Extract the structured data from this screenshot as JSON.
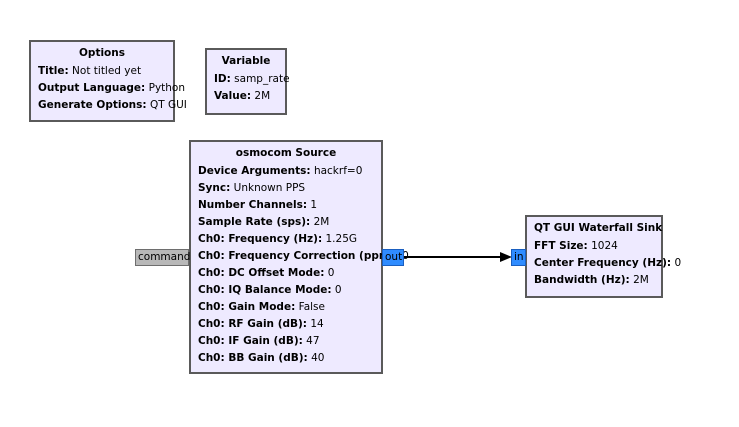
{
  "blocks": {
    "options": {
      "title": "Options",
      "params": [
        {
          "key": "Title:",
          "value": "Not titled yet"
        },
        {
          "key": "Output Language:",
          "value": "Python"
        },
        {
          "key": "Generate Options:",
          "value": "QT GUI"
        }
      ]
    },
    "variable": {
      "title": "Variable",
      "params": [
        {
          "key": "ID:",
          "value": "samp_rate"
        },
        {
          "key": "Value:",
          "value": "2M"
        }
      ]
    },
    "osmocom": {
      "title": "osmocom Source",
      "params": [
        {
          "key": "Device Arguments:",
          "value": "hackrf=0"
        },
        {
          "key": "Sync:",
          "value": "Unknown PPS"
        },
        {
          "key": "Number Channels:",
          "value": "1"
        },
        {
          "key": "Sample Rate (sps):",
          "value": "2M"
        },
        {
          "key": "Ch0: Frequency (Hz):",
          "value": "1.25G"
        },
        {
          "key": "Ch0: Frequency Correction (ppm):",
          "value": "0"
        },
        {
          "key": "Ch0: DC Offset Mode:",
          "value": "0"
        },
        {
          "key": "Ch0: IQ Balance Mode:",
          "value": "0"
        },
        {
          "key": "Ch0: Gain Mode:",
          "value": "False"
        },
        {
          "key": "Ch0: RF Gain (dB):",
          "value": "14"
        },
        {
          "key": "Ch0: IF Gain (dB):",
          "value": "47"
        },
        {
          "key": "Ch0: BB Gain (dB):",
          "value": "40"
        }
      ],
      "ports": {
        "command": "command",
        "out": "out"
      }
    },
    "waterfall": {
      "title": "QT GUI Waterfall Sink",
      "params": [
        {
          "key": "FFT Size:",
          "value": "1024"
        },
        {
          "key": "Center Frequency (Hz):",
          "value": "0"
        },
        {
          "key": "Bandwidth (Hz):",
          "value": "2M"
        }
      ],
      "ports": {
        "in": "in"
      }
    }
  },
  "colors": {
    "block_fill": "#eeeaff",
    "block_border": "#5a5a5a",
    "stream_port": "#2f8cff",
    "message_port": "#b8b8b8"
  }
}
